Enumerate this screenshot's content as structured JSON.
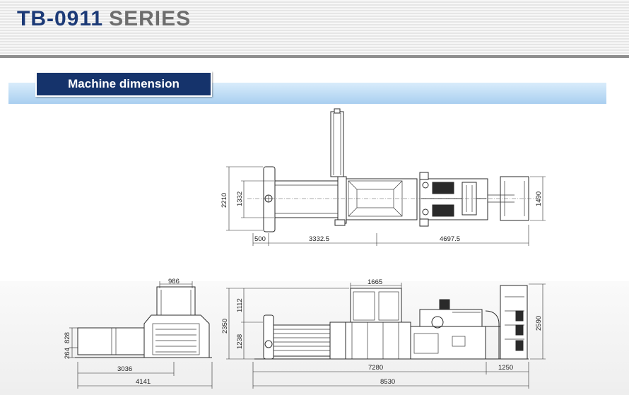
{
  "header": {
    "model_code": "TB-0911",
    "series_word": "SERIES"
  },
  "section": {
    "title": "Machine dimension"
  },
  "top_view": {
    "dims": {
      "overall_width": "2210",
      "chamber_width": "1332",
      "right_width": "1490",
      "left_offset": "500",
      "chamber_length": "3332.5",
      "rear_length": "4697.5"
    }
  },
  "side_view": {
    "dims": {
      "top_width": "1665",
      "upper_height": "1112",
      "total_height": "2350",
      "lower_height": "1238",
      "right_height": "2590",
      "main_length": "7280",
      "tail_length": "1250",
      "overall_length": "8530"
    }
  },
  "end_view": {
    "dims": {
      "hopper_width": "986",
      "height_828": "828",
      "height_264": "264",
      "length_3036": "3036",
      "length_4141": "4141"
    }
  },
  "colors": {
    "title_blue": "#1c3a77",
    "series_gray": "#6d6d6d",
    "tab_navy": "#15336b",
    "band_light_blue": "#a9cff0"
  }
}
